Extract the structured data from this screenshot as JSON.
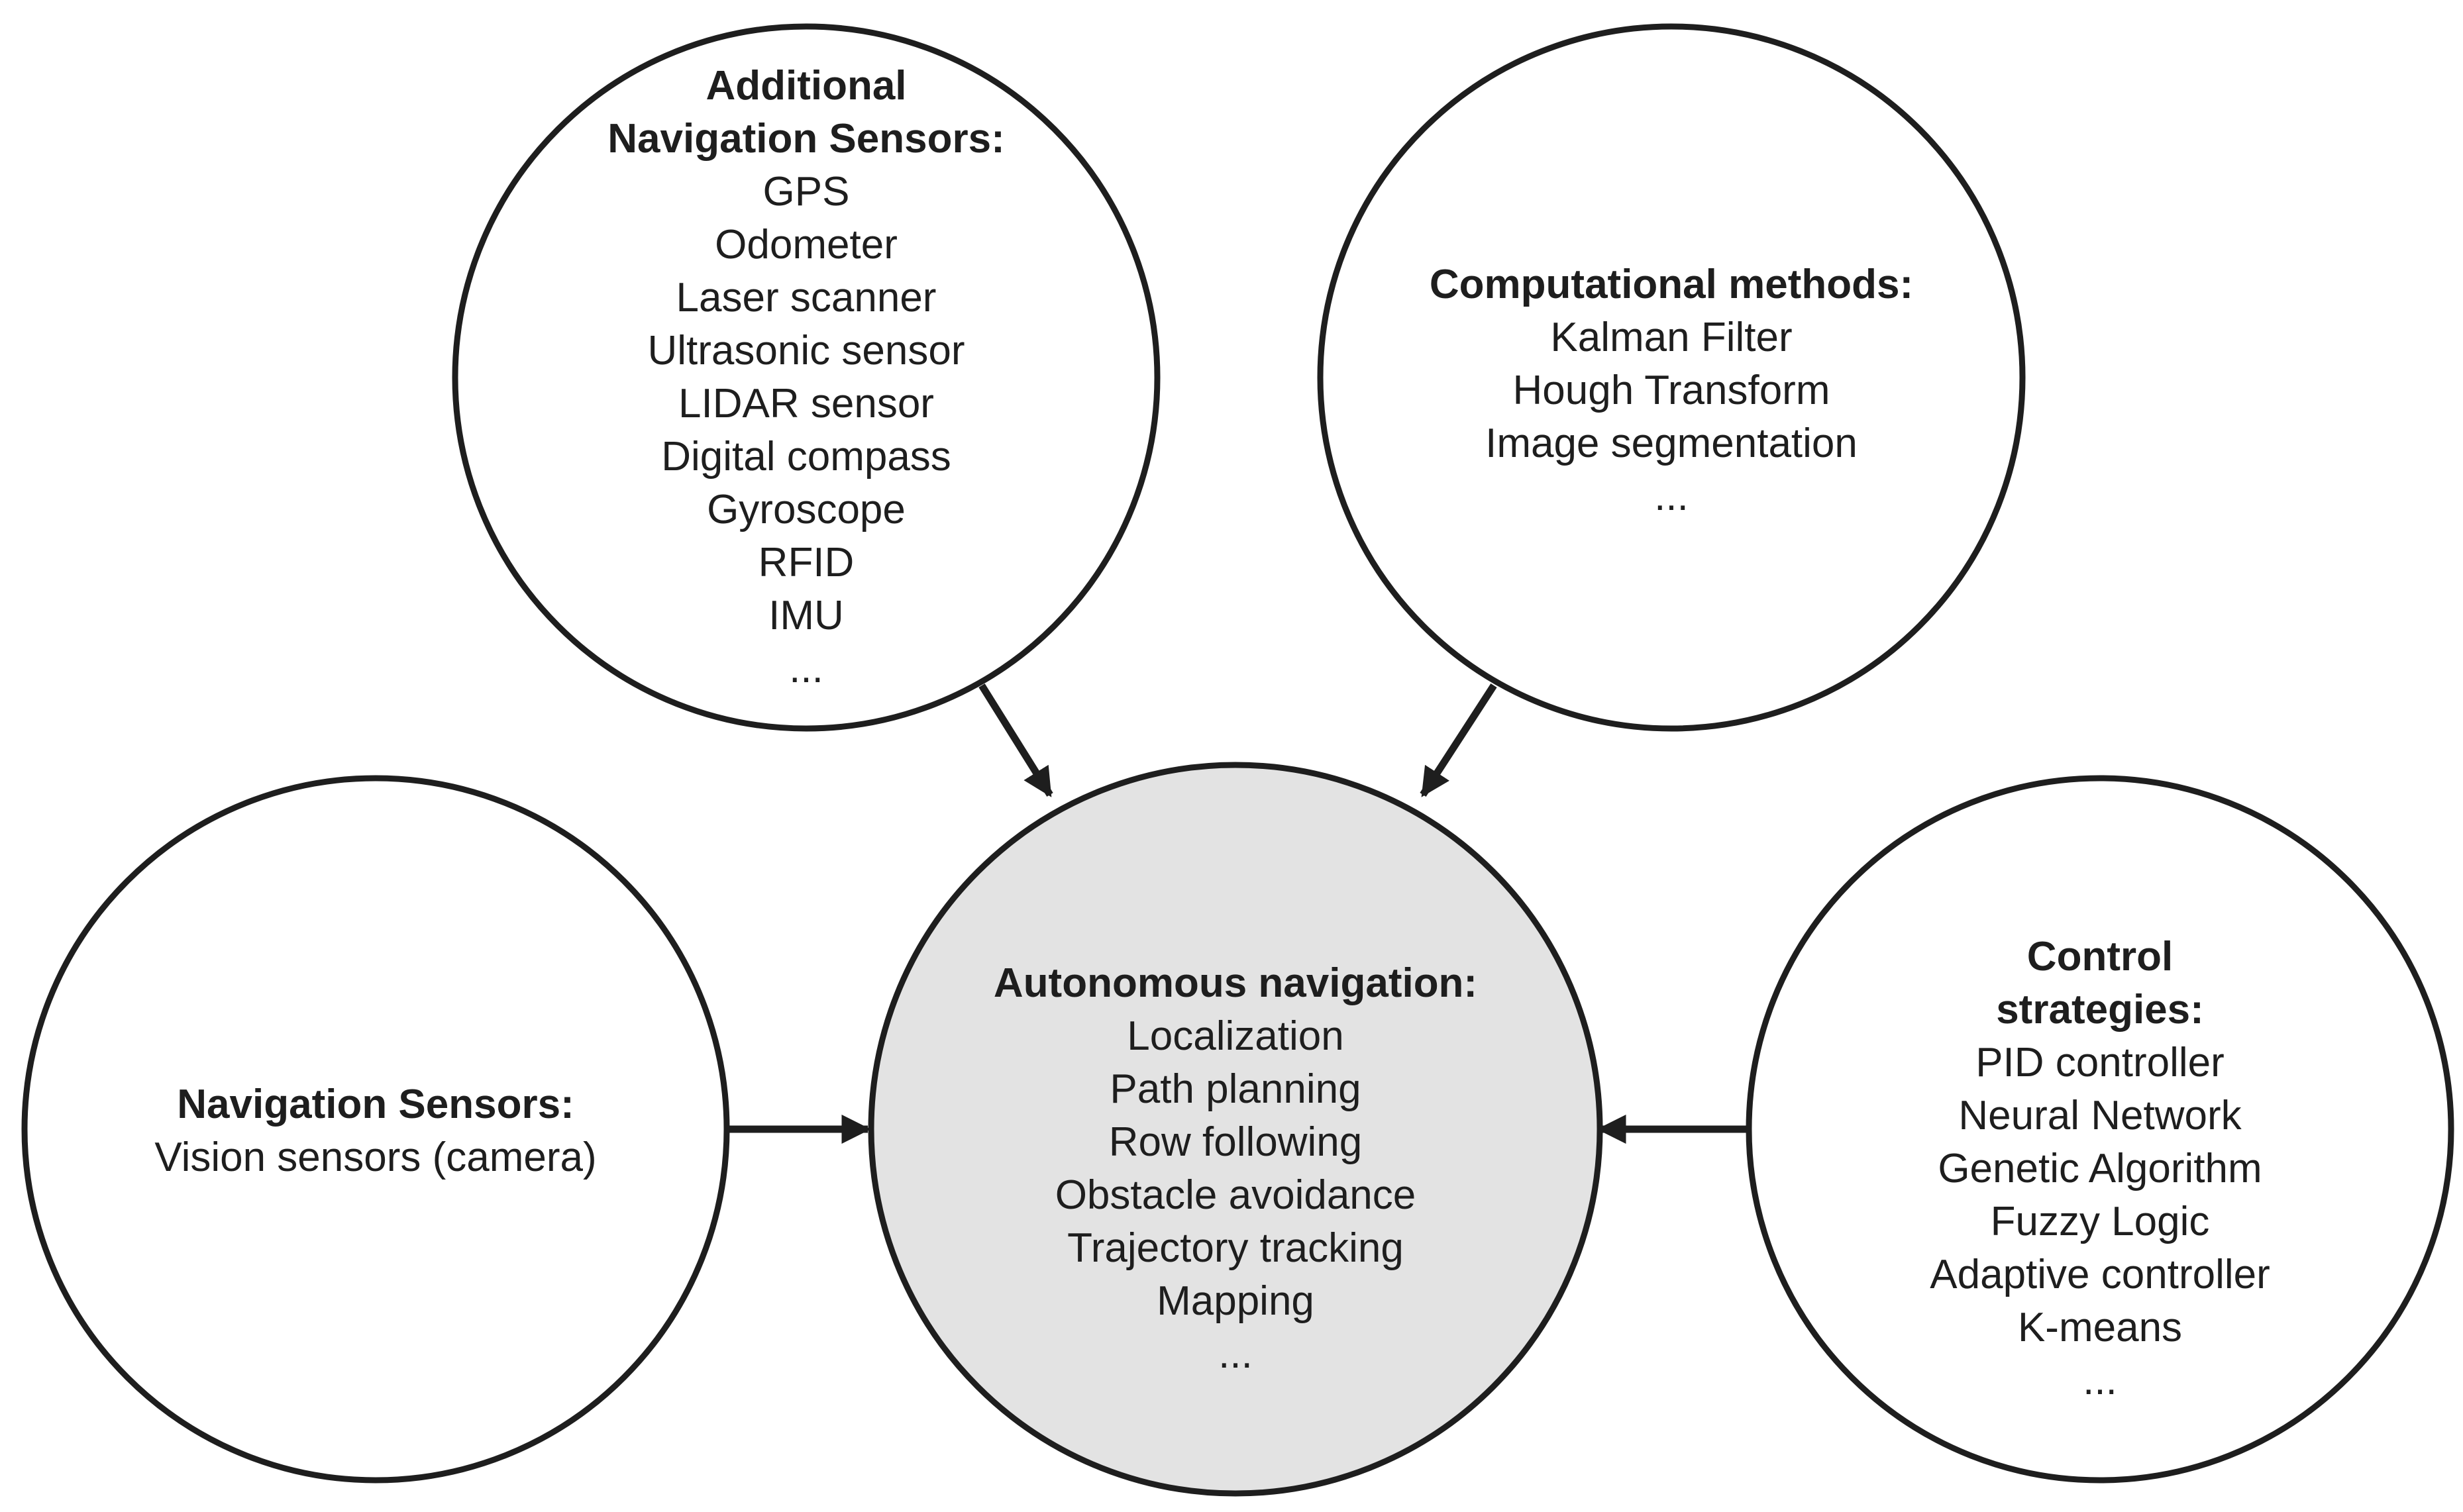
{
  "colors": {
    "stroke": "#1e1e1e",
    "center_fill": "#e3e3e3",
    "outer_fill": "#ffffff"
  },
  "nodes": {
    "additional_sensors": {
      "title": "Additional\nNavigation Sensors:",
      "items": [
        "GPS",
        "Odometer",
        "Laser scanner",
        "Ultrasonic sensor",
        "LIDAR sensor",
        "Digital compass",
        "Gyroscope",
        "RFID",
        "IMU",
        "..."
      ]
    },
    "computational_methods": {
      "title": "Computational methods:",
      "items": [
        "Kalman Filter",
        "Hough Transform",
        "Image segmentation",
        "..."
      ]
    },
    "navigation_sensors": {
      "title": "Navigation Sensors:",
      "items": [
        "Vision sensors (camera)"
      ]
    },
    "autonomous_navigation": {
      "title": "Autonomous navigation:",
      "items": [
        "Localization",
        "Path planning",
        "Row following",
        "Obstacle avoidance",
        "Trajectory tracking",
        "Mapping",
        "..."
      ]
    },
    "control_strategies": {
      "title": "Control strategies:",
      "items": [
        "PID controller",
        "Neural Network",
        "Genetic Algorithm",
        "Fuzzy Logic",
        "Adaptive controller",
        "K-means",
        "..."
      ]
    }
  },
  "edges": [
    {
      "from": "additional_sensors",
      "to": "autonomous_navigation"
    },
    {
      "from": "computational_methods",
      "to": "autonomous_navigation"
    },
    {
      "from": "navigation_sensors",
      "to": "autonomous_navigation"
    },
    {
      "from": "control_strategies",
      "to": "autonomous_navigation"
    }
  ]
}
